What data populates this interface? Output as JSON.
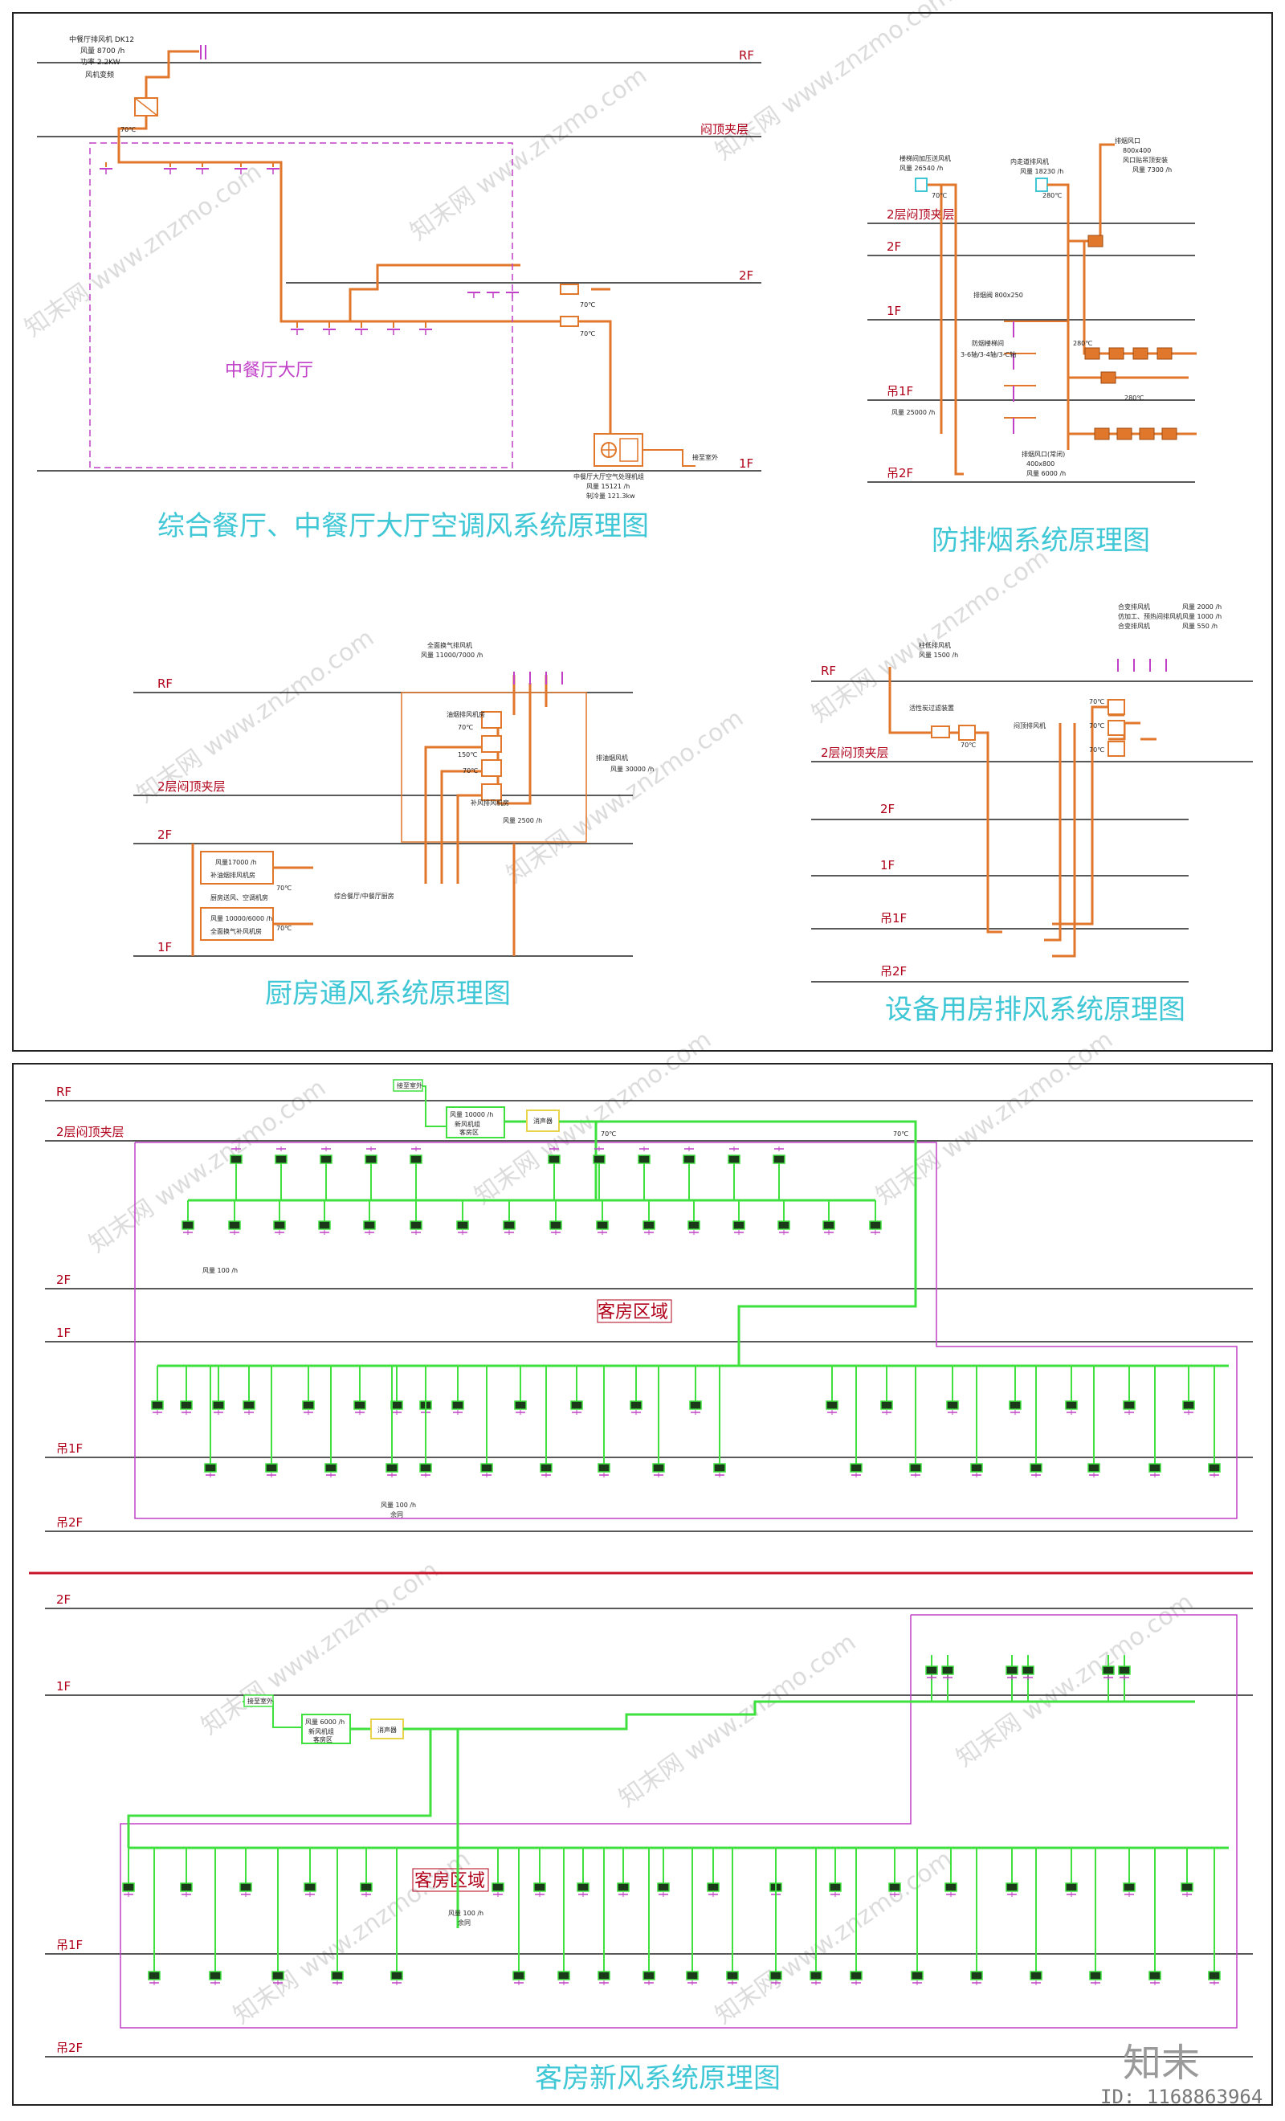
{
  "panels": {
    "p1": {
      "title": "综合餐厅、中餐厅大厅空调风系统原理图",
      "floors": [
        "RF",
        "闷顶夹层",
        "2F",
        "1F"
      ],
      "zone_label": "中餐厅大厅",
      "fan_note": [
        "中餐厅排风机 DK12",
        "风量 8700 /h",
        "功率 2.2KW",
        "风机变频"
      ],
      "ahu_note": [
        "中餐厅大厅空气处理机组",
        "风量 15121 /h",
        "制冷量 121.3kw"
      ],
      "damper_temp": "70℃",
      "fan_temp": "70℃",
      "outdoor_label": "接至室外"
    },
    "p2": {
      "title": "防排烟系统原理图",
      "floors": [
        "2层闷顶夹层",
        "2F",
        "1F",
        "吊1F",
        "吊2F"
      ],
      "notes": [
        "楼梯间加压送风机",
        "风量 26540 /h",
        "内走道排风机",
        "风量 18230 /h",
        "排烟风口",
        "800x400",
        "风口贴吊顶安装",
        "风量 7300 /h",
        "排烟阀 800x250",
        "防烟楼梯间",
        "3-6轴/3-4轴/3-C轴",
        "风量 25000 /h",
        "排烟风口(常闭)",
        "400x800",
        "风量 6000 /h"
      ],
      "temps": [
        "70℃",
        "280℃",
        "280℃",
        "280℃"
      ]
    },
    "p3": {
      "title": "厨房通风系统原理图",
      "floors": [
        "RF",
        "2层闷顶夹层",
        "2F",
        "1F"
      ],
      "notes": [
        "全面换气排风机",
        "风量 11000/7000 /h",
        "油烟排风机房",
        "排油烟风机",
        "风量 30000 /h",
        "补风排风机房",
        "风量 2500 /h",
        "风量17000 /h",
        "补油烟排风机房",
        "厨房送风、空调机房",
        "风量 10000/6000 /h",
        "全面换气补风机房",
        "综合餐厅/中餐厅厨房"
      ],
      "temps": [
        "70℃",
        "150℃",
        "70℃",
        "70℃",
        "70℃"
      ]
    },
    "p4": {
      "title": "设备用房排风系统原理图",
      "floors": [
        "RF",
        "2层闷顶夹层",
        "2F",
        "1F",
        "吊1F",
        "吊2F"
      ],
      "notes": [
        "柱低排风机",
        "风量 1500 /h",
        "活性炭过滤装置",
        "闷顶排风机",
        "合变排风机",
        "风量 2000 /h",
        "仿加工、预热间排风机",
        "风量 1000 /h",
        "合变排风机",
        "风量 550 /h"
      ],
      "temps": [
        "70℃",
        "70℃",
        "70℃",
        "70℃"
      ]
    },
    "p5": {
      "title": "客房新风系统原理图",
      "floors_top": [
        "RF",
        "2层闷顶夹层",
        "2F",
        "1F",
        "吊1F",
        "吊2F"
      ],
      "floors_bot": [
        "2F",
        "1F",
        "吊1F",
        "吊2F"
      ],
      "zone_label": "客房区域",
      "intake_label": "接至室外",
      "unit_top": [
        "风量 10000 /h",
        "新风机组",
        "客房区"
      ],
      "unit_bot": [
        "风量 6000 /h",
        "新风机组",
        "客房区"
      ],
      "silencer": "消声器",
      "branch_note": "风量 100 /h",
      "branch_sub": "余同",
      "temp": "70℃"
    }
  },
  "watermark": "知末网 www.znzmo.com",
  "logo": "知末",
  "id_label": "ID: 1168863964",
  "colors": {
    "duct": "#e1772a",
    "fresh_air": "#3ee13e",
    "zone": "#c040c8",
    "title": "#3fc7d6",
    "floor_label": "#b0001a"
  }
}
